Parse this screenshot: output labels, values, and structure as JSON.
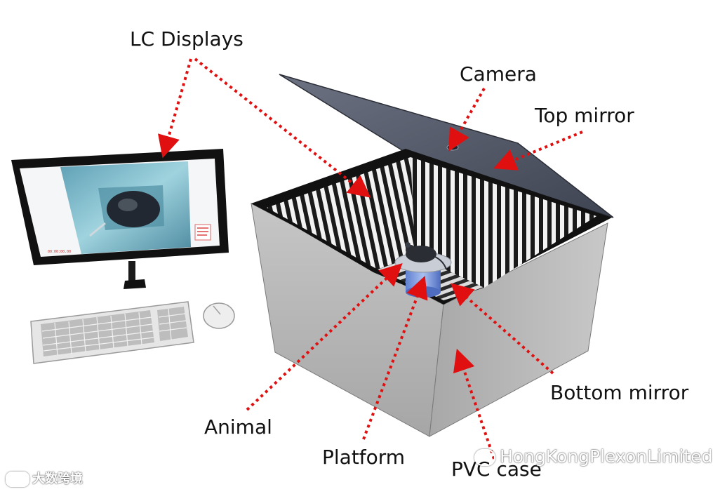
{
  "labels": {
    "lc_displays": "LC Displays",
    "camera": "Camera",
    "top_mirror": "Top mirror",
    "bottom_mirror": "Bottom mirror",
    "animal": "Animal",
    "platform": "Platform",
    "pvc_case": "PVC case"
  },
  "monitor_readout": {
    "timecode": "00:00:00.00"
  },
  "watermarks": {
    "bottom_right": "HongKongPlexonLimited",
    "bottom_left": "大数跨境"
  },
  "colors": {
    "arrow": "#e01010",
    "case_front": "#b9b9b9",
    "case_side": "#9e9e9e",
    "lid": "#5a6170",
    "screen": "#7fb8c8"
  }
}
